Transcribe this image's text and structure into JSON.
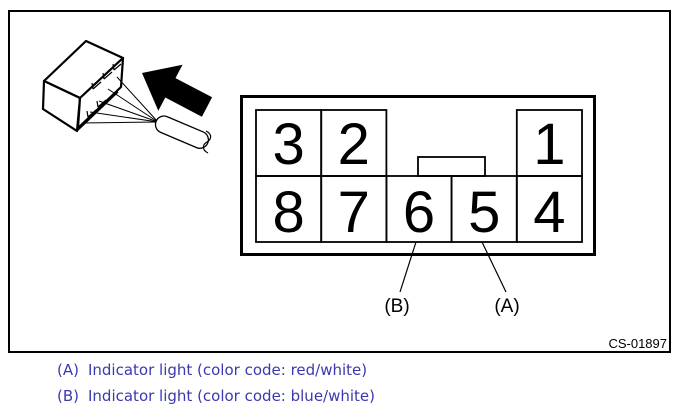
{
  "figure": {
    "code": "CS-01897",
    "connector": {
      "top_row_pins": [
        "3",
        "2",
        "1"
      ],
      "bottom_row_pins": [
        "8",
        "7",
        "6",
        "5",
        "4"
      ],
      "callouts": [
        {
          "label": "(B)",
          "points_to_pin": "6"
        },
        {
          "label": "(A)",
          "points_to_pin": "5"
        }
      ]
    },
    "icons": {
      "sketch": "connector-with-wire-harness",
      "arrow": "direction-arrow-pointing-to-connector"
    }
  },
  "legend": {
    "items": [
      {
        "ref": "(A)",
        "text": "Indicator light (color code: red/white)"
      },
      {
        "ref": "(B)",
        "text": "Indicator light (color code: blue/white)"
      }
    ]
  },
  "colors": {
    "line": "#000000",
    "legend_text": "#3c39ae",
    "background": "#ffffff"
  }
}
